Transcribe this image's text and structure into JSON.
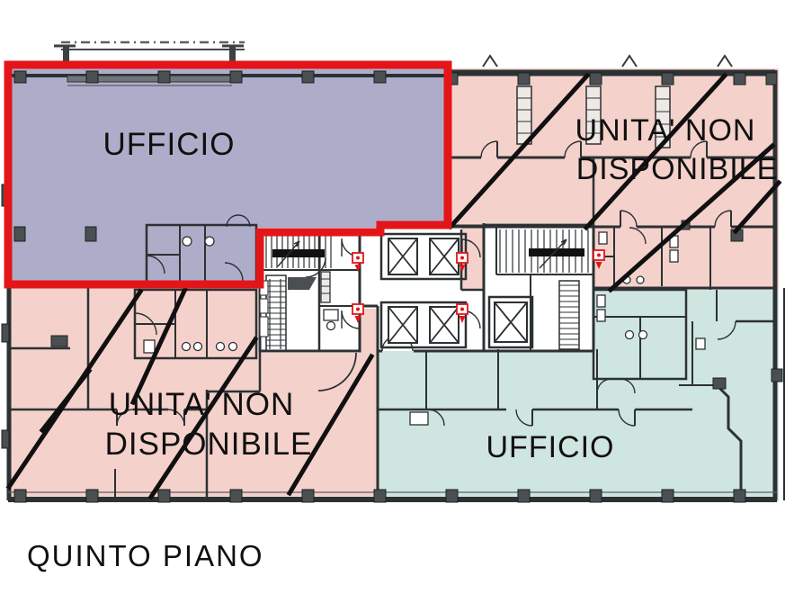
{
  "floor_plan": {
    "floor_label": "QUINTO PIANO",
    "zones": [
      {
        "id": "ufficio-top-left",
        "label": "UFFICIO",
        "color": "#aeadc9",
        "outline_color": "#e41519"
      },
      {
        "id": "unita-non-disponibile-top-right",
        "label_line1": "UNITA' NON",
        "label_line2": "DISPONIBILE",
        "color": "#f5d1cb"
      },
      {
        "id": "unita-non-disponibile-bottom-left",
        "label_line1": "UNITA' NON",
        "label_line2": "DISPONIBILE",
        "color": "#f5d1cb"
      },
      {
        "id": "ufficio-bottom-right",
        "label": "UFFICIO",
        "color": "#cfe5df"
      }
    ],
    "colors": {
      "wall": "#2c3133",
      "wall_medium": "#3c4144",
      "core_fill": "#ffffff",
      "pier_fill": "#4a4f52",
      "balcony_gray": "#6f7578",
      "extinguisher_red": "#e41519",
      "hatch_black": "#101010"
    },
    "icons": {
      "fire_extinguisher": "fire-extinguisher-icon",
      "stairs": "stairs-icon",
      "elevator": "elevator-icon",
      "door_swing": "door-swing-arc"
    }
  }
}
